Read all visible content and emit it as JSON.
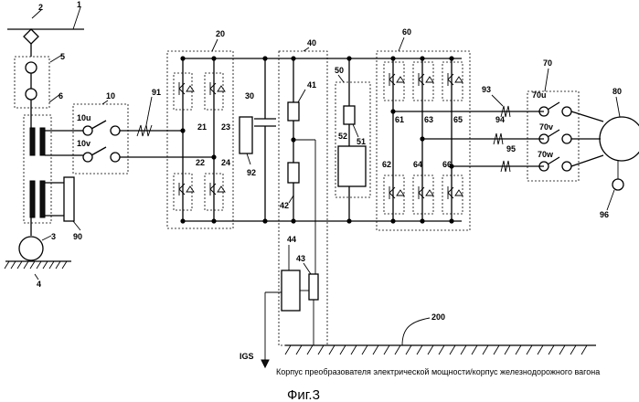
{
  "labels": {
    "n1": "1",
    "n2": "2",
    "n3": "3",
    "n4": "4",
    "n5": "5",
    "n6": "6",
    "n10": "10",
    "n10u": "10u",
    "n10v": "10v",
    "n20": "20",
    "n21": "21",
    "n22": "22",
    "n23": "23",
    "n24": "24",
    "n30": "30",
    "n40": "40",
    "n41": "41",
    "n42": "42",
    "n43": "43",
    "n44": "44",
    "n50": "50",
    "n51": "51",
    "n52": "52",
    "n60": "60",
    "n61": "61",
    "n62": "62",
    "n63": "63",
    "n64": "64",
    "n65": "65",
    "n66": "66",
    "n70": "70",
    "n70u": "70u",
    "n70v": "70v",
    "n70w": "70w",
    "n80": "80",
    "n90": "90",
    "n91": "91",
    "n92": "92",
    "n93": "93",
    "n94": "94",
    "n95": "95",
    "n96": "96",
    "n200": "200",
    "igs": "IGS"
  },
  "caption": "Корпус преобразователя электрической мощности/корпус железнодорожного вагона",
  "figure_title": "Фиг.3"
}
